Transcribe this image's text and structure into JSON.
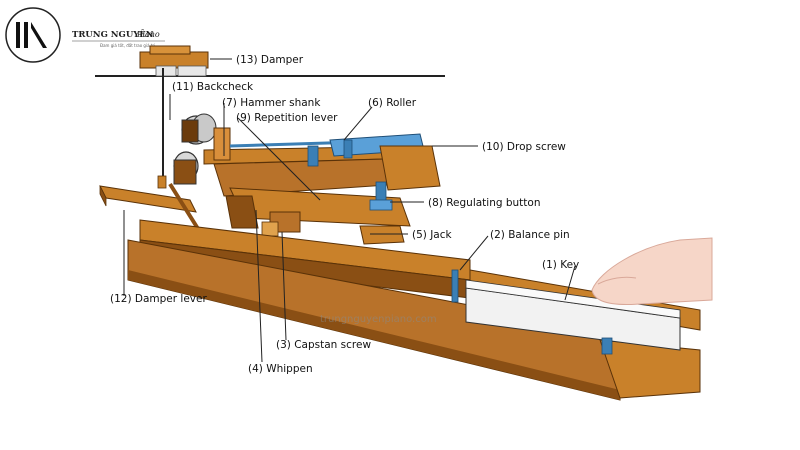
{
  "logo": {
    "brand_bold": "TRUNG NGUYÊN",
    "brand_script": "Piano",
    "tagline": "Đam giá tốt, đắt trao giá trị"
  },
  "watermark": "trungnguyenpiano.com",
  "labels": {
    "damper": "(13) Damper",
    "backcheck": "(11) Backcheck",
    "hammer_shank": "(7) Hammer shank",
    "roller": "(6) Roller",
    "repetition_lever": "(9) Repetition lever",
    "drop_screw": "(10) Drop screw",
    "regulating_button": "(8) Regulating button",
    "jack": "(5) Jack",
    "balance_pin": "(2) Balance pin",
    "key": "(1) Key",
    "damper_lever": "(12) Damper lever",
    "capstan_screw": "(3) Capstan screw",
    "whippen": "(4) Whippen"
  },
  "colors": {
    "wood": "#c9812a",
    "wood_dark": "#8a4f14",
    "wood_light": "#e0a24d",
    "metal_blue": "#3b7fb5",
    "key_white": "#f2f2f2",
    "line": "#222222"
  }
}
